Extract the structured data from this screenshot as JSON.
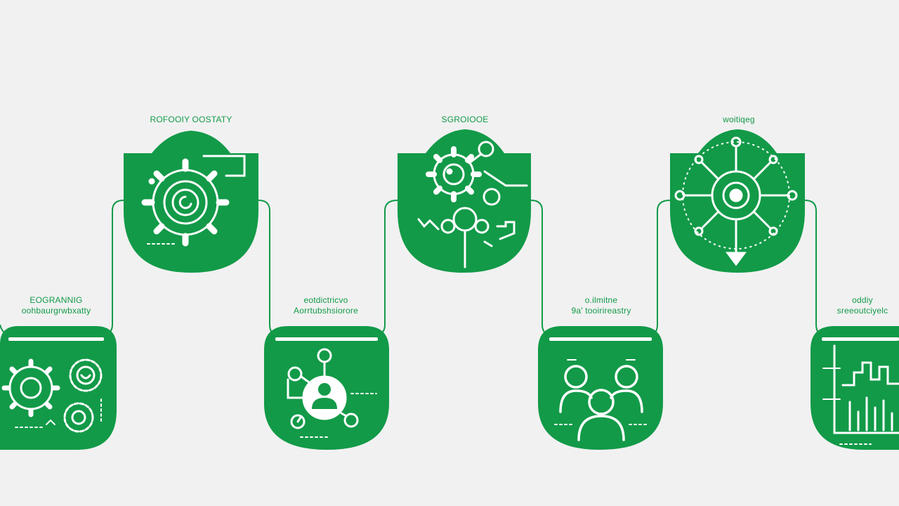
{
  "theme": {
    "accent": "#129a48",
    "background": "#f1f1f1",
    "icon_color": "#ffffff"
  },
  "steps": [
    {
      "title_lines": [
        "EOGRANNIG",
        "oohbaurgrwbxatty"
      ],
      "icon": "gears-icon"
    },
    {
      "title_lines": [
        "ROFOOIY OOSTATY"
      ],
      "icon": "gear-target-icon"
    },
    {
      "title_lines": [
        "eotdictricvo",
        "Aorrtubshsiorore"
      ],
      "icon": "network-user-icon"
    },
    {
      "title_lines": [
        "SGROIOOE"
      ],
      "icon": "gear-network-icon"
    },
    {
      "title_lines": [
        "o.ilmitne",
        "9a' tooirireastry"
      ],
      "icon": "people-group-icon"
    },
    {
      "title_lines": [
        "woitiqeg"
      ],
      "icon": "compass-target-icon"
    },
    {
      "title_lines": [
        "oddiy",
        "sreeoutciyelc"
      ],
      "icon": "bar-chart-icon"
    }
  ]
}
